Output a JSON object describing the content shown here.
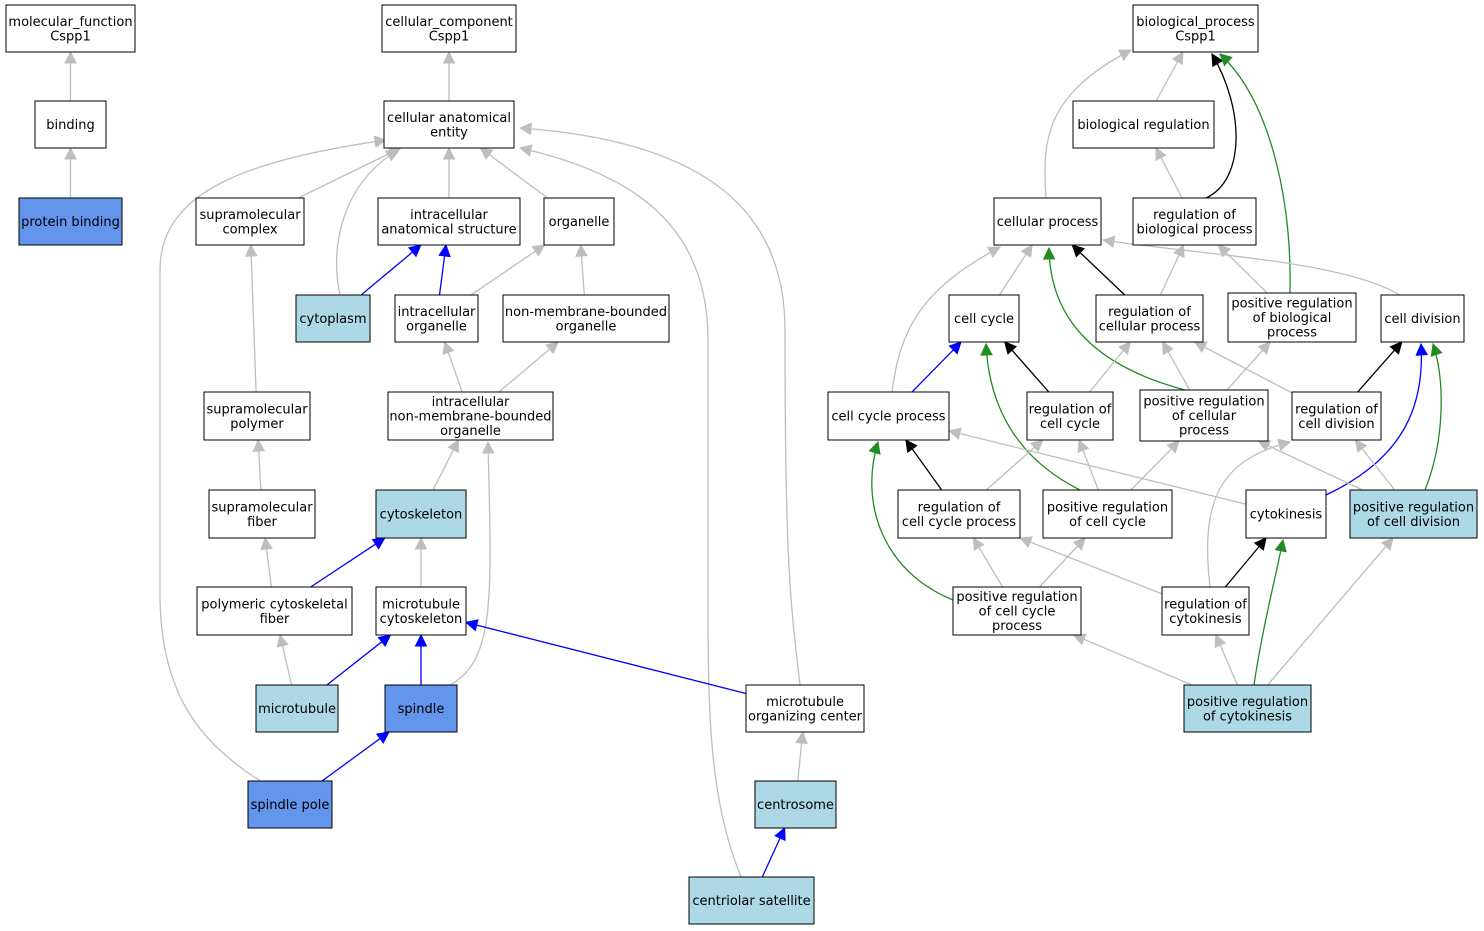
{
  "colors": {
    "plain_fill": "#ffffff",
    "light_fill": "#add8e6",
    "dark_fill": "#6495ed",
    "node_stroke": "#000000",
    "edge_gray": "#bebebe",
    "edge_black": "#000000",
    "edge_blue": "#0000ff",
    "edge_green": "#228b22"
  },
  "nodes": [
    {
      "id": "mf",
      "label": [
        "molecular_function",
        "Cspp1"
      ],
      "style": "plain"
    },
    {
      "id": "binding",
      "label": [
        "binding"
      ],
      "style": "plain"
    },
    {
      "id": "protein_binding",
      "label": [
        "protein binding"
      ],
      "style": "dark"
    },
    {
      "id": "cc",
      "label": [
        "cellular_component",
        "Cspp1"
      ],
      "style": "plain"
    },
    {
      "id": "cae",
      "label": [
        "cellular anatomical",
        "entity"
      ],
      "style": "plain"
    },
    {
      "id": "supra_complex",
      "label": [
        "supramolecular",
        "complex"
      ],
      "style": "plain"
    },
    {
      "id": "ias",
      "label": [
        "intracellular",
        "anatomical structure"
      ],
      "style": "plain"
    },
    {
      "id": "organelle",
      "label": [
        "organelle"
      ],
      "style": "plain"
    },
    {
      "id": "cytoplasm",
      "label": [
        "cytoplasm"
      ],
      "style": "light"
    },
    {
      "id": "intra_org",
      "label": [
        "intracellular",
        "organelle"
      ],
      "style": "plain"
    },
    {
      "id": "nmbo",
      "label": [
        "non-membrane-bounded",
        "organelle"
      ],
      "style": "plain"
    },
    {
      "id": "supra_polymer",
      "label": [
        "supramolecular",
        "polymer"
      ],
      "style": "plain"
    },
    {
      "id": "inmbo",
      "label": [
        "intracellular",
        "non-membrane-bounded",
        "organelle"
      ],
      "style": "plain"
    },
    {
      "id": "supra_fiber",
      "label": [
        "supramolecular",
        "fiber"
      ],
      "style": "plain"
    },
    {
      "id": "cytoskeleton",
      "label": [
        "cytoskeleton"
      ],
      "style": "light"
    },
    {
      "id": "pcf",
      "label": [
        "polymeric cytoskeletal",
        "fiber"
      ],
      "style": "plain"
    },
    {
      "id": "mt_cytoskeleton",
      "label": [
        "microtubule",
        "cytoskeleton"
      ],
      "style": "plain"
    },
    {
      "id": "microtubule",
      "label": [
        "microtubule"
      ],
      "style": "light"
    },
    {
      "id": "spindle",
      "label": [
        "spindle"
      ],
      "style": "dark"
    },
    {
      "id": "mtoc",
      "label": [
        "microtubule",
        "organizing center"
      ],
      "style": "plain"
    },
    {
      "id": "spindle_pole",
      "label": [
        "spindle pole"
      ],
      "style": "dark"
    },
    {
      "id": "centrosome",
      "label": [
        "centrosome"
      ],
      "style": "light"
    },
    {
      "id": "centriolar_satellite",
      "label": [
        "centriolar satellite"
      ],
      "style": "light"
    },
    {
      "id": "bp",
      "label": [
        "biological_process",
        "Cspp1"
      ],
      "style": "plain"
    },
    {
      "id": "bio_reg",
      "label": [
        "biological regulation"
      ],
      "style": "plain"
    },
    {
      "id": "cell_proc",
      "label": [
        "cellular process"
      ],
      "style": "plain"
    },
    {
      "id": "reg_bp",
      "label": [
        "regulation of",
        "biological process"
      ],
      "style": "plain"
    },
    {
      "id": "cell_cycle",
      "label": [
        "cell cycle"
      ],
      "style": "plain"
    },
    {
      "id": "reg_cp",
      "label": [
        "regulation of",
        "cellular process"
      ],
      "style": "plain"
    },
    {
      "id": "pos_reg_bp",
      "label": [
        "positive regulation",
        "of biological",
        "process"
      ],
      "style": "plain"
    },
    {
      "id": "cell_div",
      "label": [
        "cell division"
      ],
      "style": "plain"
    },
    {
      "id": "ccp",
      "label": [
        "cell cycle process"
      ],
      "style": "plain"
    },
    {
      "id": "reg_cc",
      "label": [
        "regulation of",
        "cell cycle"
      ],
      "style": "plain"
    },
    {
      "id": "pos_reg_cp",
      "label": [
        "positive regulation",
        "of cellular",
        "process"
      ],
      "style": "plain"
    },
    {
      "id": "reg_cd",
      "label": [
        "regulation of",
        "cell division"
      ],
      "style": "plain"
    },
    {
      "id": "reg_ccp",
      "label": [
        "regulation of",
        "cell cycle process"
      ],
      "style": "plain"
    },
    {
      "id": "pos_reg_cc",
      "label": [
        "positive regulation",
        "of cell cycle"
      ],
      "style": "plain"
    },
    {
      "id": "cytokinesis",
      "label": [
        "cytokinesis"
      ],
      "style": "plain"
    },
    {
      "id": "pos_reg_cd",
      "label": [
        "positive regulation",
        "of cell division"
      ],
      "style": "light"
    },
    {
      "id": "pos_reg_ccp",
      "label": [
        "positive regulation",
        "of cell cycle",
        "process"
      ],
      "style": "plain"
    },
    {
      "id": "reg_ck",
      "label": [
        "regulation of",
        "cytokinesis"
      ],
      "style": "plain"
    },
    {
      "id": "pos_reg_ck",
      "label": [
        "positive regulation",
        "of cytokinesis"
      ],
      "style": "light"
    }
  ],
  "edges": [
    {
      "from": "binding",
      "to": "mf",
      "color": "gray"
    },
    {
      "from": "protein_binding",
      "to": "binding",
      "color": "gray"
    },
    {
      "from": "cae",
      "to": "cc",
      "color": "gray"
    },
    {
      "from": "supra_complex",
      "to": "cae",
      "color": "gray"
    },
    {
      "from": "ias",
      "to": "cae",
      "color": "gray"
    },
    {
      "from": "organelle",
      "to": "cae",
      "color": "gray"
    },
    {
      "from": "cytoplasm",
      "to": "cae",
      "color": "gray"
    },
    {
      "from": "spindle_pole",
      "to": "cae",
      "color": "gray"
    },
    {
      "from": "centriolar_satellite",
      "to": "cae",
      "color": "gray"
    },
    {
      "from": "mtoc",
      "to": "cae",
      "color": "gray"
    },
    {
      "from": "cytoplasm",
      "to": "ias",
      "color": "blue"
    },
    {
      "from": "intra_org",
      "to": "ias",
      "color": "blue"
    },
    {
      "from": "intra_org",
      "to": "organelle",
      "color": "gray"
    },
    {
      "from": "nmbo",
      "to": "organelle",
      "color": "gray"
    },
    {
      "from": "supra_polymer",
      "to": "supra_complex",
      "color": "gray"
    },
    {
      "from": "inmbo",
      "to": "intra_org",
      "color": "gray"
    },
    {
      "from": "inmbo",
      "to": "nmbo",
      "color": "gray"
    },
    {
      "from": "supra_fiber",
      "to": "supra_polymer",
      "color": "gray"
    },
    {
      "from": "cytoskeleton",
      "to": "inmbo",
      "color": "gray"
    },
    {
      "from": "spindle",
      "to": "inmbo",
      "color": "gray"
    },
    {
      "from": "pcf",
      "to": "supra_fiber",
      "color": "gray"
    },
    {
      "from": "pcf",
      "to": "cytoskeleton",
      "color": "blue"
    },
    {
      "from": "mt_cytoskeleton",
      "to": "cytoskeleton",
      "color": "gray"
    },
    {
      "from": "microtubule",
      "to": "pcf",
      "color": "gray"
    },
    {
      "from": "microtubule",
      "to": "mt_cytoskeleton",
      "color": "blue"
    },
    {
      "from": "spindle",
      "to": "mt_cytoskeleton",
      "color": "blue"
    },
    {
      "from": "mtoc",
      "to": "mt_cytoskeleton",
      "color": "blue"
    },
    {
      "from": "spindle_pole",
      "to": "spindle",
      "color": "blue"
    },
    {
      "from": "centrosome",
      "to": "mtoc",
      "color": "gray"
    },
    {
      "from": "centriolar_satellite",
      "to": "centrosome",
      "color": "blue"
    },
    {
      "from": "bio_reg",
      "to": "bp",
      "color": "gray"
    },
    {
      "from": "cell_proc",
      "to": "bp",
      "color": "gray"
    },
    {
      "from": "reg_bp",
      "to": "bp",
      "color": "black"
    },
    {
      "from": "pos_reg_bp",
      "to": "bp",
      "color": "green"
    },
    {
      "from": "reg_bp",
      "to": "bio_reg",
      "color": "gray"
    },
    {
      "from": "cell_cycle",
      "to": "cell_proc",
      "color": "gray"
    },
    {
      "from": "reg_cp",
      "to": "cell_proc",
      "color": "black"
    },
    {
      "from": "pos_reg_cp",
      "to": "cell_proc",
      "color": "green"
    },
    {
      "from": "ccp",
      "to": "cell_proc",
      "color": "gray"
    },
    {
      "from": "cell_div",
      "to": "cell_proc",
      "color": "gray"
    },
    {
      "from": "reg_cp",
      "to": "reg_bp",
      "color": "gray"
    },
    {
      "from": "pos_reg_bp",
      "to": "reg_bp",
      "color": "gray"
    },
    {
      "from": "ccp",
      "to": "cell_cycle",
      "color": "blue"
    },
    {
      "from": "reg_cc",
      "to": "cell_cycle",
      "color": "black"
    },
    {
      "from": "pos_reg_cc",
      "to": "cell_cycle",
      "color": "green"
    },
    {
      "from": "reg_cc",
      "to": "reg_cp",
      "color": "gray"
    },
    {
      "from": "pos_reg_cp",
      "to": "reg_cp",
      "color": "gray"
    },
    {
      "from": "reg_cd",
      "to": "reg_cp",
      "color": "gray"
    },
    {
      "from": "pos_reg_cp",
      "to": "pos_reg_bp",
      "color": "gray"
    },
    {
      "from": "reg_cd",
      "to": "cell_div",
      "color": "black"
    },
    {
      "from": "cytokinesis",
      "to": "cell_div",
      "color": "blue"
    },
    {
      "from": "pos_reg_cd",
      "to": "cell_div",
      "color": "green"
    },
    {
      "from": "reg_ccp",
      "to": "ccp",
      "color": "black"
    },
    {
      "from": "pos_reg_ccp",
      "to": "ccp",
      "color": "green"
    },
    {
      "from": "cytokinesis",
      "to": "ccp",
      "color": "gray"
    },
    {
      "from": "reg_ccp",
      "to": "reg_cc",
      "color": "gray"
    },
    {
      "from": "pos_reg_cc",
      "to": "reg_cc",
      "color": "gray"
    },
    {
      "from": "pos_reg_cc",
      "to": "pos_reg_cp",
      "color": "gray"
    },
    {
      "from": "pos_reg_cd",
      "to": "pos_reg_cp",
      "color": "gray"
    },
    {
      "from": "pos_reg_cd",
      "to": "reg_cd",
      "color": "gray"
    },
    {
      "from": "reg_ck",
      "to": "reg_cd",
      "color": "gray"
    },
    {
      "from": "pos_reg_ccp",
      "to": "reg_ccp",
      "color": "gray"
    },
    {
      "from": "pos_reg_ccp",
      "to": "pos_reg_cc",
      "color": "gray"
    },
    {
      "from": "reg_ck",
      "to": "reg_ccp",
      "color": "gray"
    },
    {
      "from": "reg_ck",
      "to": "cytokinesis",
      "color": "black"
    },
    {
      "from": "pos_reg_ck",
      "to": "cytokinesis",
      "color": "green"
    },
    {
      "from": "pos_reg_ck",
      "to": "reg_ck",
      "color": "gray"
    },
    {
      "from": "pos_reg_ck",
      "to": "pos_reg_ccp",
      "color": "gray"
    },
    {
      "from": "pos_reg_ck",
      "to": "pos_reg_cd",
      "color": "gray"
    }
  ]
}
